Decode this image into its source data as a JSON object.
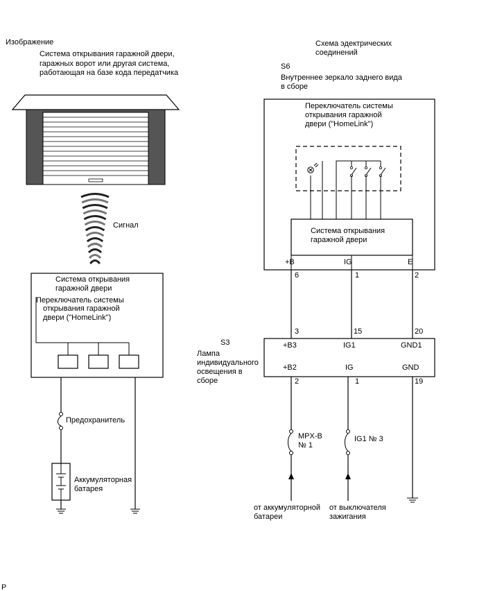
{
  "left": {
    "header": "Изображение",
    "description": [
      "Система открывания гаражной двери,",
      "гаражных ворот или другая система,",
      "работающая на базе кода передатчика"
    ],
    "signal_label": "Сигнал",
    "module_title": [
      "Система открывания",
      "гаражной двери"
    ],
    "homelink_title": [
      "Переключатель системы",
      "открывания гаражной",
      "двери (\"HomeLink\")"
    ],
    "fuse_label": "Предохранитель",
    "battery_label": [
      "Аккумуляторная",
      "батарея"
    ]
  },
  "right": {
    "header": [
      "Схема эдектрических",
      "соединений"
    ],
    "s6_code": "S6",
    "s6_name": [
      "Внутреннее зеркало заднего вида",
      "в сборе"
    ],
    "homelink_title": [
      "Переключатель системы",
      "открывания гаражной",
      "двери (\"HomeLink\")"
    ],
    "opener_title": [
      "Система открывания",
      "гаражной двери"
    ],
    "s6_terminals": [
      "+B",
      "IG",
      "E"
    ],
    "s6_pins": [
      "6",
      "1",
      "2"
    ],
    "s3_pins_top": [
      "3",
      "15",
      "20"
    ],
    "s3_code": "S3",
    "s3_name": [
      "Лампа",
      "индивидуального",
      "освещения в",
      "сборе"
    ],
    "s3_terminals_top": [
      "+B3",
      "IG1",
      "GND1"
    ],
    "s3_terminals_bottom": [
      "+B2",
      "IG",
      "GND"
    ],
    "s3_pins_bottom": [
      "2",
      "1",
      "19"
    ],
    "fuse1_label": [
      "MPX-B",
      "№ 1"
    ],
    "fuse2_label": "IG1 № 3",
    "from_battery": [
      "от аккумуляторной",
      "батареи"
    ],
    "from_ignition": [
      "от выключателя",
      "зажигания"
    ]
  },
  "footer_code": "P"
}
